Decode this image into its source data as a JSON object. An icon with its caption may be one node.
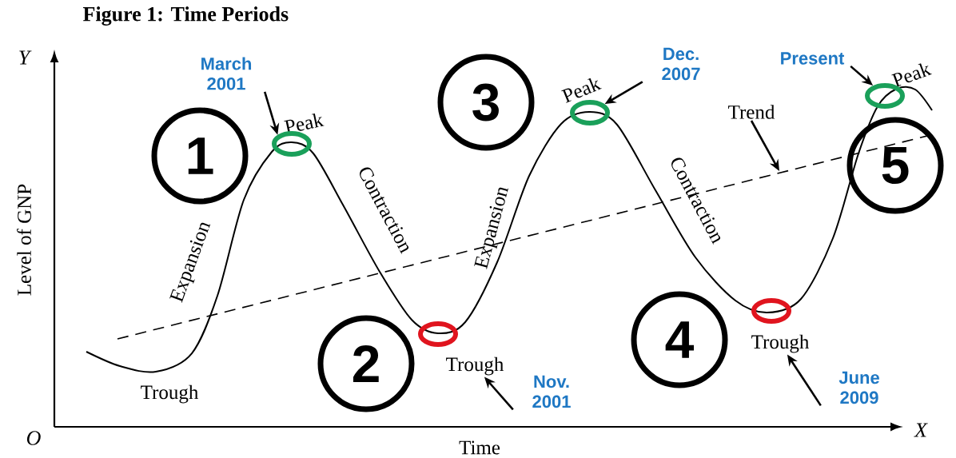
{
  "diagram": {
    "title": "Figure 1: Time Periods",
    "nodes": [
      {
        "text": [
          "March 2001"
        ]
      },
      {
        "text": [],
        "shape": "circle"
      },
      {
        "text": [
          "Dec. 2007"
        ]
      },
      {
        "text": [],
        "shape": "circle"
      },
      {
        "text": [
          "Present"
        ]
      },
      {
        "text": [],
        "shape": "circle"
      },
      {
        "text": [
          "Trend"
        ]
      },
      {
        "text": [
          "3"
        ]
      },
      {
        "text": [
          "1"
        ]
      },
      {
        "text": [
          "5"
        ]
      },
      {
        "text": [],
        "shape": "circle"
      },
      {
        "text": [],
        "shape": "circle"
      },
      {
        "text": [
          "2"
        ]
      },
      {
        "text": [
          "4"
        ]
      },
      {
        "text": [
          "Trough"
        ]
      },
      {
        "text": [
          "Trough"
        ]
      },
      {
        "text": [
          "Nov. 2001"
        ]
      },
      {
        "text": [
          "June 2009"
        ]
      }
    ],
    "edges": [
      {
        "from": 0,
        "to": 1,
        "arrow": "to"
      },
      {
        "from": 2,
        "to": 3,
        "arrow": "to"
      },
      {
        "from": 4,
        "to": 5,
        "arrow": "to"
      },
      {
        "from": 6,
        "to": null,
        "arrow": "to"
      },
      {
        "from": 16,
        "to": 14,
        "arrow": "to"
      },
      {
        "from": 17,
        "to": 15,
        "arrow": "to"
      }
    ],
    "labels": [
      "Y",
      "Peak",
      "Peak",
      "Peak",
      "Level of GNP",
      "Expansion",
      "Contraction",
      "Expansion",
      "Contraction",
      "Trough",
      "O",
      "Time",
      "X"
    ]
  }
}
